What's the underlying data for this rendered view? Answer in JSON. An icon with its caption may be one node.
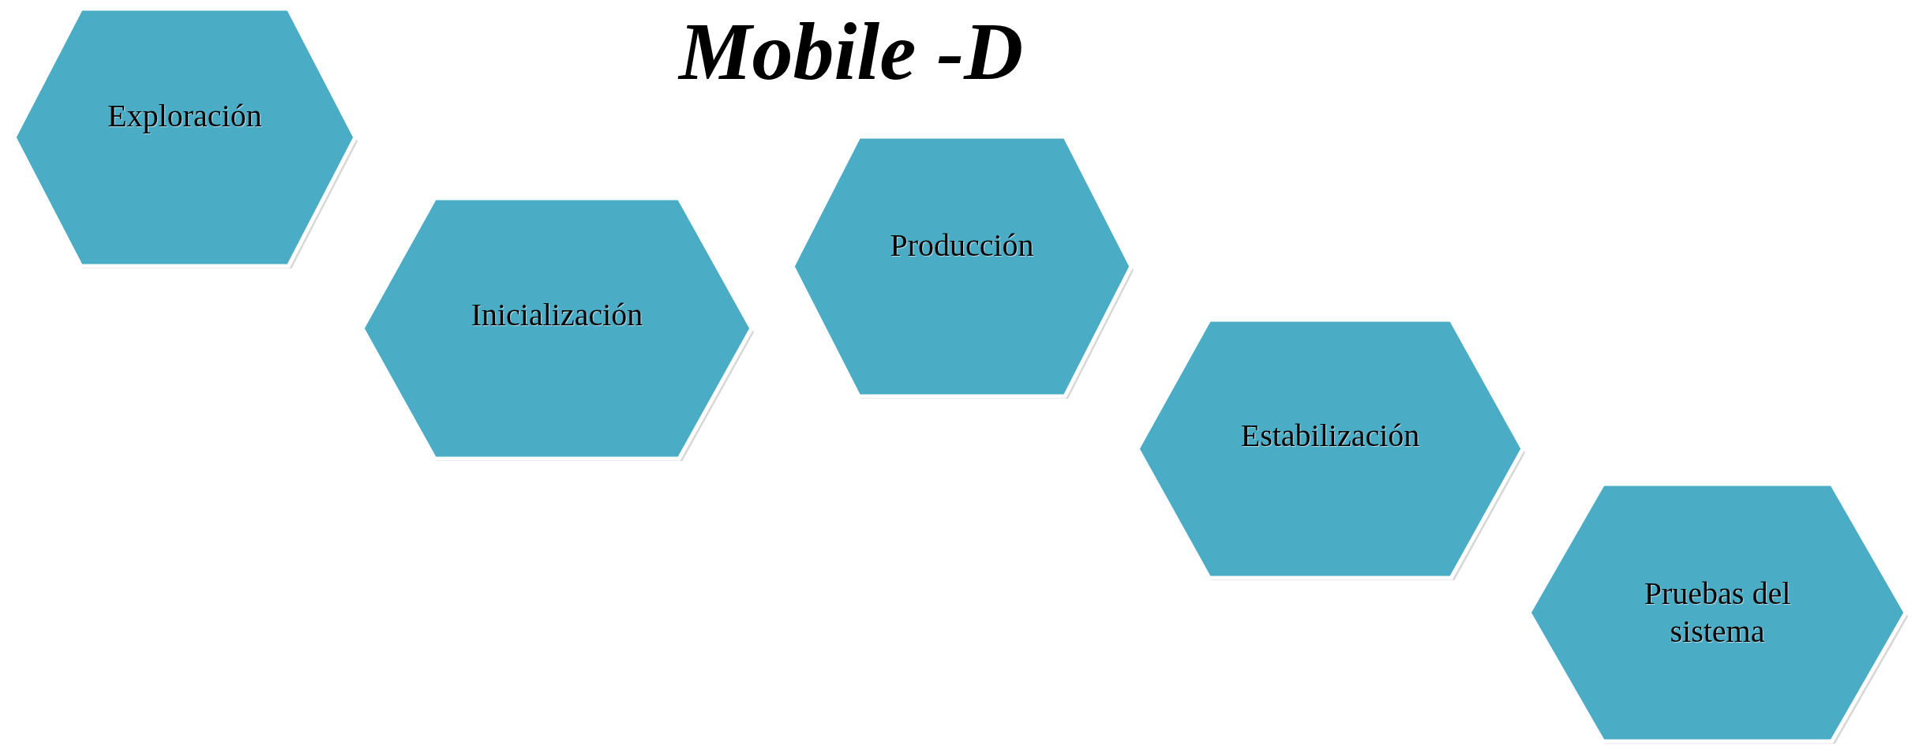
{
  "diagram": {
    "title": "Mobile -D",
    "nodes": [
      {
        "text": [
          "Exploración"
        ]
      },
      {
        "text": [
          "Inicialización"
        ]
      },
      {
        "text": [
          "Producción"
        ]
      },
      {
        "text": [
          "Estabilización"
        ]
      },
      {
        "text": [
          "Pruebas del sistema"
        ]
      }
    ]
  }
}
